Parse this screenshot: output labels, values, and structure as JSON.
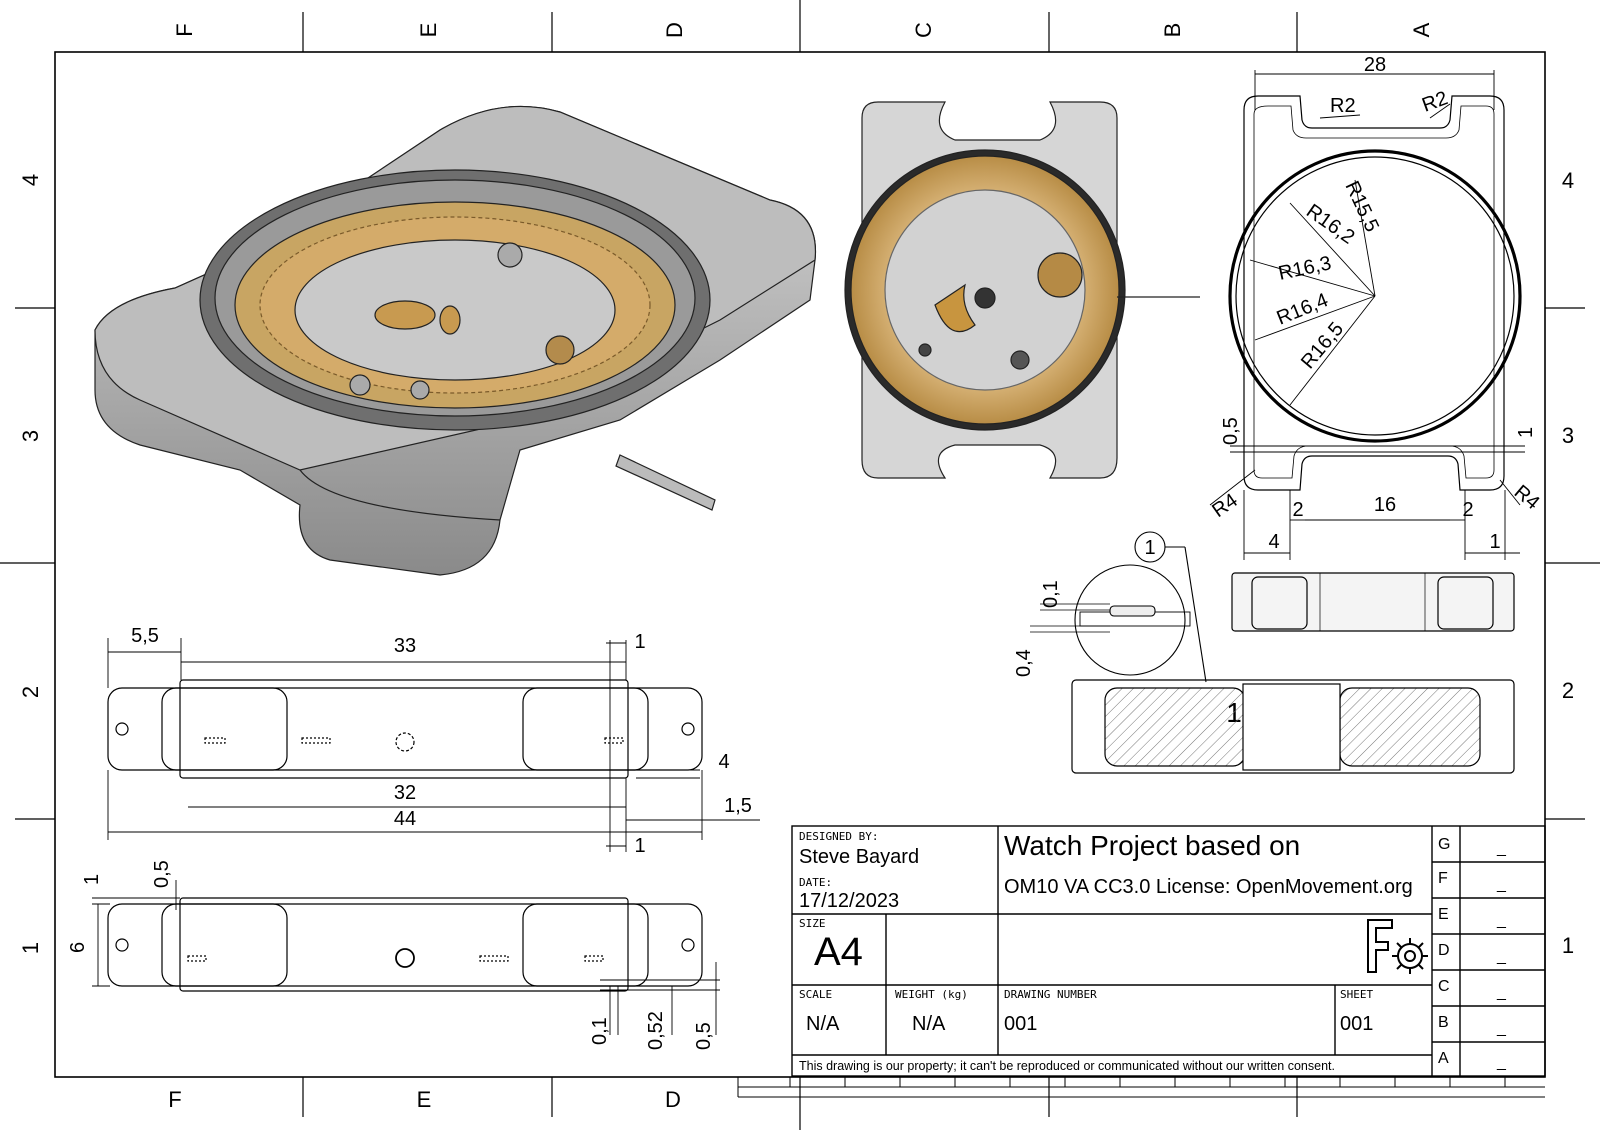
{
  "grid": {
    "columns": [
      "F",
      "E",
      "D",
      "C",
      "B",
      "A"
    ],
    "rows": [
      "4",
      "3",
      "2",
      "1"
    ]
  },
  "dimensions": {
    "top_view": [
      "28",
      "R2",
      "R2",
      "R15,5",
      "R16,2",
      "R16,3",
      "R16,4",
      "R16,5",
      "0,5",
      "1",
      "R4",
      "R4",
      "2",
      "16",
      "2",
      "4",
      "1"
    ],
    "detail": [
      "1",
      "0,1",
      "0,4",
      "1"
    ],
    "front_view": [
      "5,5",
      "33",
      "1",
      "4",
      "32",
      "1,5",
      "44",
      "1"
    ],
    "bottom_view": [
      "1",
      "0,5",
      "6",
      "0,1",
      "0,52",
      "0,5"
    ]
  },
  "title_block": {
    "designed_by_label": "DESIGNED BY:",
    "designed_by": "Steve Bayard",
    "date_label": "DATE:",
    "date": "17/12/2023",
    "title_line1": "Watch Project based on",
    "title_line2": "OM10 VA CC3.0 License: OpenMovement.org",
    "size_label": "SIZE",
    "size": "A4",
    "scale_label": "SCALE",
    "scale": "N/A",
    "weight_label": "WEIGHT (kg)",
    "weight": "N/A",
    "drawing_number_label": "DRAWING NUMBER",
    "drawing_number": "001",
    "sheet_label": "SHEET",
    "sheet": "001",
    "notice": "This drawing is our property; it can't be reproduced or communicated without our written consent.",
    "revisions": [
      {
        "letter": "G",
        "value": "_"
      },
      {
        "letter": "F",
        "value": "_"
      },
      {
        "letter": "E",
        "value": "_"
      },
      {
        "letter": "D",
        "value": "_"
      },
      {
        "letter": "C",
        "value": "_"
      },
      {
        "letter": "B",
        "value": "_"
      },
      {
        "letter": "A",
        "value": "_"
      }
    ]
  },
  "icons": {
    "logo": "freecad-gear-icon"
  }
}
